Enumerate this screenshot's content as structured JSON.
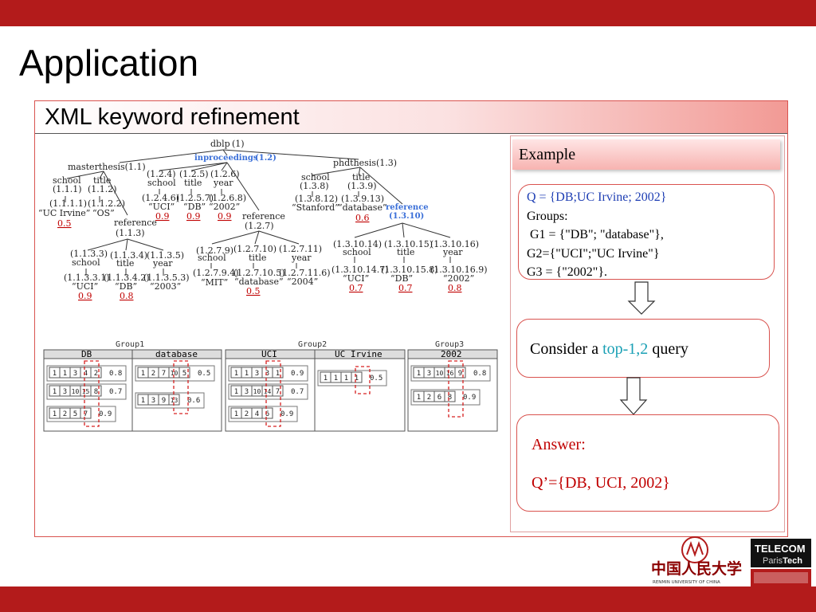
{
  "slide": {
    "title": "Application",
    "section_title": "XML keyword refinement"
  },
  "tree": {
    "root": "dblp",
    "root_id": "(1)",
    "inproceedings": "inproceedings",
    "inproceedings_id": "(1.2)",
    "masterthesis": "masterthesis(1.1)",
    "phdthesis": "phdthesis(1.3)",
    "school_111": "school",
    "school_111_id": "(1.1.1)",
    "title_112": "title",
    "title_112_id": "(1.1.2)",
    "uc_irvine_id": "(1.1.1.1)",
    "uc_irvine": "“UC Irvine”",
    "uc_irvine_score": "0.5",
    "os_id": "(1.1.2.2)",
    "os": "“OS”",
    "reference_113": "reference",
    "reference_113_id": "(1.1.3)",
    "school_1133_id": "(1.1.3.3)",
    "school_1133": "school",
    "title_1134_id": "(1.1.3.4)",
    "title_1134": "title",
    "year_1135_id": "(1.1.3.5)",
    "year_1135": "year",
    "uci_11331_id": "(1.1.3.3.1)",
    "uci_11331": "“UCI”",
    "uci_11331_score": "0.9",
    "db_11342_id": "(1.1.3.4.2)",
    "db_11342": "“DB”",
    "db_11342_score": "0.8",
    "y2003_id": "(1.1.3.5.3)",
    "y2003": "“2003”",
    "school_124_id": "(1.2.4)",
    "school_124": "school",
    "title_125_id": "(1.2.5)",
    "title_125": "title",
    "year_126_id": "(1.2.6)",
    "year_126": "year",
    "uci_1246_id": "(1.2.4.6)",
    "uci_1246": "“UCI”",
    "uci_1246_score": "0.9",
    "db_1257_id": "(1.2.5.7)",
    "db_1257": "“DB”",
    "db_1257_score": "0.9",
    "y2002_1268_id": "(1.2.6.8)",
    "y2002_1268": "“2002”",
    "y2002_1268_score": "0.9",
    "reference_127": "reference",
    "reference_127_id": "(1.2.7)",
    "school_1279_id": "(1.2.7.9)",
    "school_1279": "school",
    "title_12710_id": "(1.2.7.10)",
    "title_12710": "title",
    "year_12711_id": "(1.2.7.11)",
    "year_12711": "year",
    "mit_id": "(1.2.7.9.4)",
    "mit": "“MIT”",
    "database_127105_id": "(1.2.7.10.5)",
    "database_127105": "“database”",
    "database_127105_score": "0.5",
    "y2004_id": "(1.2.7.11.6)",
    "y2004": "“2004”",
    "school_138": "school",
    "school_138_id": "(1.3.8)",
    "title_139": "title",
    "title_139_id": "(1.3.9)",
    "stanford_id": "(1.3.8.12)",
    "stanford": "“Stanford”",
    "database_13913_id": "(1.3.9.13)",
    "database_13913": "“database”",
    "database_13913_score": "0.6",
    "reference_1310": "reference",
    "reference_1310_id": "(1.3.10)",
    "school_131014_id": "(1.3.10.14)",
    "school_131014": "school",
    "title_131015_id": "(1.3.10.15)",
    "title_131015": "title",
    "year_131016_id": "(1.3.10.16)",
    "year_131016": "year",
    "uci_1310147_id": "(1.3.10.14.7)",
    "uci_1310147": "“UCI”",
    "uci_1310147_score": "0.7",
    "db_1310158_id": "(1.3.10.15.8)",
    "db_1310158": "“DB”",
    "db_1310158_score": "0.7",
    "y2002_1310169_id": "(1.3.10.16.9)",
    "y2002_1310169": "“2002”",
    "y2002_1310169_score": "0.8"
  },
  "groups": {
    "group1": "Group1",
    "group2": "Group2",
    "group3": "Group3",
    "db": "DB",
    "database": "database",
    "uci": "UCI",
    "uc_irvine": "UC Irvine",
    "y2002": "2002",
    "rows": {
      "db_r1": [
        "1",
        "1",
        "3",
        "4",
        "2"
      ],
      "db_s1": "0.8",
      "db_r2": [
        "1",
        "3",
        "10",
        "15",
        "8"
      ],
      "db_s2": "0.7",
      "db_r3": [
        "1",
        "2",
        "5",
        "7"
      ],
      "db_s3": "0.9",
      "database_r1": [
        "1",
        "2",
        "7",
        "10",
        "5"
      ],
      "database_s1": "0.5",
      "database_r2": [
        "1",
        "3",
        "9",
        "13"
      ],
      "database_s2": "0.6",
      "uci_r1": [
        "1",
        "1",
        "3",
        "3",
        "1"
      ],
      "uci_s1": "0.9",
      "uci_r2": [
        "1",
        "3",
        "10",
        "14",
        "7"
      ],
      "uci_s2": "0.7",
      "uci_r3": [
        "1",
        "2",
        "4",
        "6"
      ],
      "uci_s3": "0.9",
      "ucirv_r1": [
        "1",
        "1",
        "1",
        "1"
      ],
      "ucirv_s1": "0.5",
      "y2002_r1": [
        "1",
        "3",
        "10",
        "16",
        "9"
      ],
      "y2002_s1": "0.8",
      "y2002_r2": [
        "1",
        "2",
        "6",
        "8"
      ],
      "y2002_s2": "0.9"
    }
  },
  "example": {
    "header": "Example",
    "query": "Q = {DB;UC Irvine; 2002}",
    "groups_label": "Groups:",
    "g1": " G1 = {\"DB\"; \"database\"},",
    "g2": "G2={\"UCI\";\"UC Irvine\"}",
    "g3": "G3 = {\"2002\"}.",
    "consider_pre": "Consider a ",
    "consider_highlight": "top-1,2",
    "consider_post": " query",
    "answer_label": "Answer:",
    "answer_value": "Q’={DB, UCI, 2002}"
  },
  "logos": {
    "renmin_cn": "中国人民大学",
    "renmin_en": "RENMIN UNIVERSITY OF CHINA",
    "telecom_line1": "TELECOM",
    "telecom_line2_a": "Paris",
    "telecom_line2_b": "Tech"
  },
  "colors": {
    "bar_red": "#b31b1b",
    "link_blue": "#1f3fb4",
    "highlight_teal": "#1aa0b5",
    "answer_red": "#c00000",
    "score_red": "#c00000"
  }
}
